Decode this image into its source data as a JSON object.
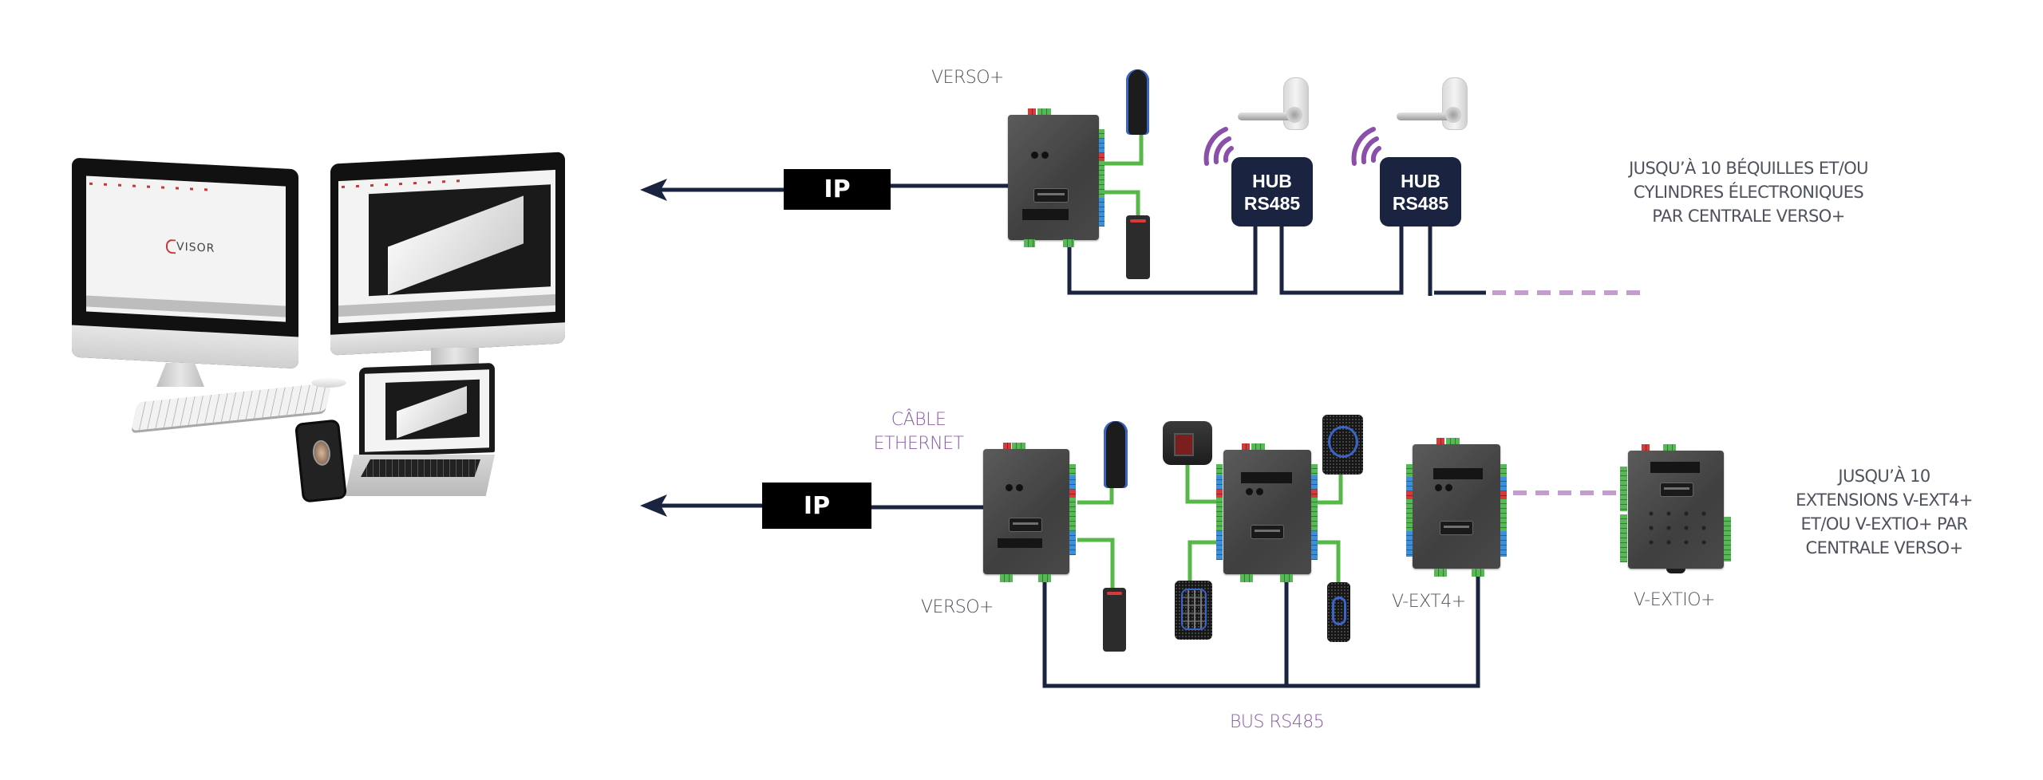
{
  "diagram": {
    "title": "Architecture VERSO+ / VISOR",
    "colors": {
      "bus_navy": "#1a2340",
      "reader_wire_green": "#56b947",
      "wifi_purple": "#8a4fa8",
      "dashed_purple": "#c49ccd",
      "label_purple": "#8a5aa5",
      "label_gray": "#4d525c"
    },
    "software": {
      "name": "VISOR",
      "devices": [
        "desktop-monitor",
        "desktop-monitor-3d-plan",
        "laptop",
        "smartphone"
      ]
    },
    "top_section": {
      "ip_label": "IP",
      "controller_label": "VERSO+",
      "hubs": [
        {
          "line1": "HUB",
          "line2": "RS485"
        },
        {
          "line1": "HUB",
          "line2": "RS485"
        }
      ],
      "note_lines": [
        "JUSQU’À 10 BÉQUILLES ET/OU",
        "CYLINDRES ÉLECTRONIQUES",
        "PAR CENTRALE VERSO+"
      ]
    },
    "bottom_section": {
      "cable_label_lines": [
        "CÂBLE",
        "ETHERNET"
      ],
      "ip_label": "IP",
      "controller_label": "VERSO+",
      "extension_label": "V-EXT4+",
      "extio_label": "V-EXTIO+",
      "bus_label": "BUS RS485",
      "note_lines": [
        "JUSQU’À 10",
        "EXTENSIONS V-EXT4+",
        "ET/OU V-EXTIO+ PAR",
        "CENTRALE VERSO+"
      ]
    }
  }
}
